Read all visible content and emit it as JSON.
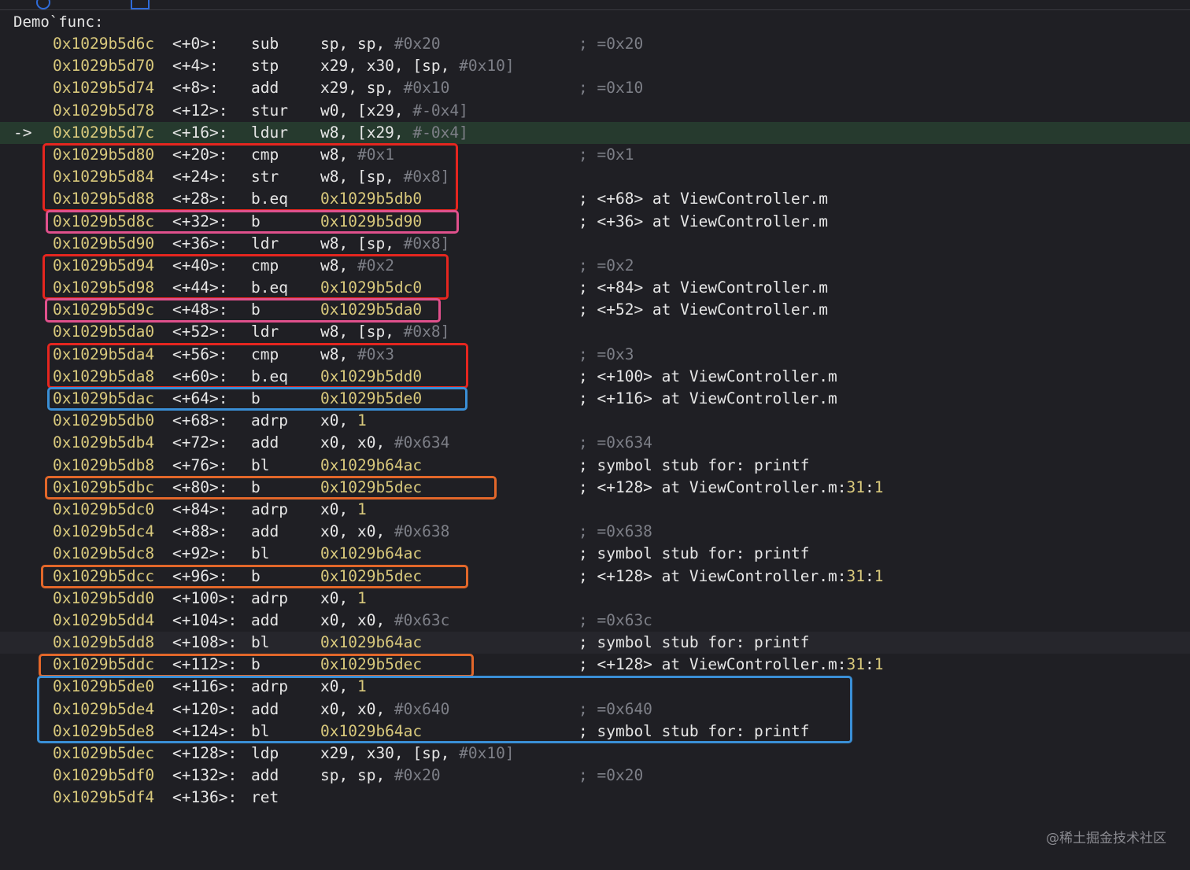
{
  "function_label": "Demo`func:",
  "current_marker": "->",
  "rows": [
    {
      "addr": "0x1029b5d6c",
      "off": "<+0>:",
      "mn": "sub",
      "ops": [
        [
          "sp, sp, ",
          ""
        ],
        [
          "#0x20",
          "imm"
        ]
      ],
      "cmt": [
        [
          "; =0x20",
          "imm"
        ]
      ]
    },
    {
      "addr": "0x1029b5d70",
      "off": "<+4>:",
      "mn": "stp",
      "ops": [
        [
          "x29, x30, [sp, ",
          ""
        ],
        [
          "#0x10",
          "imm"
        ],
        [
          "]",
          "imm"
        ]
      ],
      "cmt": []
    },
    {
      "addr": "0x1029b5d74",
      "off": "<+8>:",
      "mn": "add",
      "ops": [
        [
          "x29, sp, ",
          ""
        ],
        [
          "#0x10",
          "imm"
        ]
      ],
      "cmt": [
        [
          "; =0x10",
          "imm"
        ]
      ]
    },
    {
      "addr": "0x1029b5d78",
      "off": "<+12>:",
      "mn": "stur",
      "ops": [
        [
          "w0, [x29, ",
          ""
        ],
        [
          "#-0x4]",
          "imm"
        ]
      ],
      "cmt": []
    },
    {
      "addr": "0x1029b5d7c",
      "off": "<+16>:",
      "mn": "ldur",
      "ops": [
        [
          "w8, [x29, ",
          ""
        ],
        [
          "#-0x4]",
          "imm"
        ]
      ],
      "cmt": [],
      "current": true
    },
    {
      "addr": "0x1029b5d80",
      "off": "<+20>:",
      "mn": "cmp",
      "ops": [
        [
          "w8, ",
          ""
        ],
        [
          "#0x1",
          "imm"
        ]
      ],
      "cmt": [
        [
          "; =0x1",
          "imm"
        ]
      ]
    },
    {
      "addr": "0x1029b5d84",
      "off": "<+24>:",
      "mn": "str",
      "ops": [
        [
          "w8, [sp, ",
          ""
        ],
        [
          "#0x8]",
          "imm"
        ]
      ],
      "cmt": []
    },
    {
      "addr": "0x1029b5d88",
      "off": "<+28>:",
      "mn": "b.eq",
      "ops": [
        [
          "0x1029b5db0",
          "lbl"
        ]
      ],
      "cmt": [
        [
          "; <+68> at ViewController.m",
          ""
        ]
      ]
    },
    {
      "addr": "0x1029b5d8c",
      "off": "<+32>:",
      "mn": "b",
      "ops": [
        [
          "0x1029b5d90",
          "lbl"
        ]
      ],
      "cmt": [
        [
          "; <+36> at ViewController.m",
          ""
        ]
      ]
    },
    {
      "addr": "0x1029b5d90",
      "off": "<+36>:",
      "mn": "ldr",
      "ops": [
        [
          "w8, [sp, ",
          ""
        ],
        [
          "#0x8]",
          "imm"
        ]
      ],
      "cmt": []
    },
    {
      "addr": "0x1029b5d94",
      "off": "<+40>:",
      "mn": "cmp",
      "ops": [
        [
          "w8, ",
          ""
        ],
        [
          "#0x2",
          "imm"
        ]
      ],
      "cmt": [
        [
          "; =0x2",
          "imm"
        ]
      ]
    },
    {
      "addr": "0x1029b5d98",
      "off": "<+44>:",
      "mn": "b.eq",
      "ops": [
        [
          "0x1029b5dc0",
          "lbl"
        ]
      ],
      "cmt": [
        [
          "; <+84> at ViewController.m",
          ""
        ]
      ]
    },
    {
      "addr": "0x1029b5d9c",
      "off": "<+48>:",
      "mn": "b",
      "ops": [
        [
          "0x1029b5da0",
          "lbl"
        ]
      ],
      "cmt": [
        [
          "; <+52> at ViewController.m",
          ""
        ]
      ]
    },
    {
      "addr": "0x1029b5da0",
      "off": "<+52>:",
      "mn": "ldr",
      "ops": [
        [
          "w8, [sp, ",
          ""
        ],
        [
          "#0x8]",
          "imm"
        ]
      ],
      "cmt": []
    },
    {
      "addr": "0x1029b5da4",
      "off": "<+56>:",
      "mn": "cmp",
      "ops": [
        [
          "w8, ",
          ""
        ],
        [
          "#0x3",
          "imm"
        ]
      ],
      "cmt": [
        [
          "; =0x3",
          "imm"
        ]
      ]
    },
    {
      "addr": "0x1029b5da8",
      "off": "<+60>:",
      "mn": "b.eq",
      "ops": [
        [
          "0x1029b5dd0",
          "lbl"
        ]
      ],
      "cmt": [
        [
          "; <+100> at ViewController.m",
          ""
        ]
      ]
    },
    {
      "addr": "0x1029b5dac",
      "off": "<+64>:",
      "mn": "b",
      "ops": [
        [
          "0x1029b5de0",
          "lbl"
        ]
      ],
      "cmt": [
        [
          "; <+116> at ViewController.m",
          ""
        ]
      ]
    },
    {
      "addr": "0x1029b5db0",
      "off": "<+68>:",
      "mn": "adrp",
      "ops": [
        [
          "x0, ",
          ""
        ],
        [
          "1",
          "num"
        ]
      ],
      "cmt": []
    },
    {
      "addr": "0x1029b5db4",
      "off": "<+72>:",
      "mn": "add",
      "ops": [
        [
          "x0, x0, ",
          ""
        ],
        [
          "#0x634",
          "imm"
        ]
      ],
      "cmt": [
        [
          "; =0x634",
          "imm"
        ]
      ]
    },
    {
      "addr": "0x1029b5db8",
      "off": "<+76>:",
      "mn": "bl",
      "ops": [
        [
          "0x1029b64ac",
          "lbl"
        ]
      ],
      "cmt": [
        [
          "; symbol stub for: printf",
          ""
        ]
      ]
    },
    {
      "addr": "0x1029b5dbc",
      "off": "<+80>:",
      "mn": "b",
      "ops": [
        [
          "0x1029b5dec",
          "lbl"
        ]
      ],
      "cmt": [
        [
          "; <+128> at ViewController.m:",
          ""
        ],
        [
          "31",
          "num"
        ],
        [
          ":",
          ""
        ],
        [
          "1",
          "num"
        ]
      ]
    },
    {
      "addr": "0x1029b5dc0",
      "off": "<+84>:",
      "mn": "adrp",
      "ops": [
        [
          "x0, ",
          ""
        ],
        [
          "1",
          "num"
        ]
      ],
      "cmt": []
    },
    {
      "addr": "0x1029b5dc4",
      "off": "<+88>:",
      "mn": "add",
      "ops": [
        [
          "x0, x0, ",
          ""
        ],
        [
          "#0x638",
          "imm"
        ]
      ],
      "cmt": [
        [
          "; =0x638",
          "imm"
        ]
      ]
    },
    {
      "addr": "0x1029b5dc8",
      "off": "<+92>:",
      "mn": "bl",
      "ops": [
        [
          "0x1029b64ac",
          "lbl"
        ]
      ],
      "cmt": [
        [
          "; symbol stub for: printf",
          ""
        ]
      ]
    },
    {
      "addr": "0x1029b5dcc",
      "off": "<+96>:",
      "mn": "b",
      "ops": [
        [
          "0x1029b5dec",
          "lbl"
        ]
      ],
      "cmt": [
        [
          "; <+128> at ViewController.m:",
          ""
        ],
        [
          "31",
          "num"
        ],
        [
          ":",
          ""
        ],
        [
          "1",
          "num"
        ]
      ]
    },
    {
      "addr": "0x1029b5dd0",
      "off": "<+100>:",
      "mn": "adrp",
      "ops": [
        [
          "x0, ",
          ""
        ],
        [
          "1",
          "num"
        ]
      ],
      "cmt": []
    },
    {
      "addr": "0x1029b5dd4",
      "off": "<+104>:",
      "mn": "add",
      "ops": [
        [
          "x0, x0, ",
          ""
        ],
        [
          "#0x63c",
          "imm"
        ]
      ],
      "cmt": [
        [
          "; =0x63c",
          "imm"
        ]
      ]
    },
    {
      "addr": "0x1029b5dd8",
      "off": "<+108>:",
      "mn": "bl",
      "ops": [
        [
          "0x1029b64ac",
          "lbl"
        ]
      ],
      "cmt": [
        [
          "; symbol stub for: printf",
          ""
        ]
      ],
      "hover": true
    },
    {
      "addr": "0x1029b5ddc",
      "off": "<+112>:",
      "mn": "b",
      "ops": [
        [
          "0x1029b5dec",
          "lbl"
        ]
      ],
      "cmt": [
        [
          "; <+128> at ViewController.m:",
          ""
        ],
        [
          "31",
          "num"
        ],
        [
          ":",
          ""
        ],
        [
          "1",
          "num"
        ]
      ]
    },
    {
      "addr": "0x1029b5de0",
      "off": "<+116>:",
      "mn": "adrp",
      "ops": [
        [
          "x0, ",
          ""
        ],
        [
          "1",
          "num"
        ]
      ],
      "cmt": []
    },
    {
      "addr": "0x1029b5de4",
      "off": "<+120>:",
      "mn": "add",
      "ops": [
        [
          "x0, x0, ",
          ""
        ],
        [
          "#0x640",
          "imm"
        ]
      ],
      "cmt": [
        [
          "; =0x640",
          "imm"
        ]
      ]
    },
    {
      "addr": "0x1029b5de8",
      "off": "<+124>:",
      "mn": "bl",
      "ops": [
        [
          "0x1029b64ac",
          "lbl"
        ]
      ],
      "cmt": [
        [
          "; symbol stub for: printf",
          ""
        ]
      ]
    },
    {
      "addr": "0x1029b5dec",
      "off": "<+128>:",
      "mn": "ldp",
      "ops": [
        [
          "x29, x30, [sp, ",
          ""
        ],
        [
          "#0x10]",
          "imm"
        ]
      ],
      "cmt": []
    },
    {
      "addr": "0x1029b5df0",
      "off": "<+132>:",
      "mn": "add",
      "ops": [
        [
          "sp, sp, ",
          ""
        ],
        [
          "#0x20",
          "imm"
        ]
      ],
      "cmt": [
        [
          "; =0x20",
          "imm"
        ]
      ]
    },
    {
      "addr": "0x1029b5df4",
      "off": "<+136>:",
      "mn": "ret",
      "ops": [],
      "cmt": []
    }
  ],
  "highlights": [
    {
      "color": "red",
      "rows": [
        5,
        7
      ]
    },
    {
      "color": "pink",
      "rows": [
        8,
        8
      ]
    },
    {
      "color": "red",
      "rows": [
        10,
        11
      ]
    },
    {
      "color": "pink",
      "rows": [
        12,
        12
      ]
    },
    {
      "color": "red",
      "rows": [
        14,
        15
      ]
    },
    {
      "color": "blue",
      "rows": [
        16,
        16
      ]
    },
    {
      "color": "orange",
      "rows": [
        20,
        20
      ]
    },
    {
      "color": "orange",
      "rows": [
        24,
        24
      ]
    },
    {
      "color": "orange",
      "rows": [
        28,
        28
      ]
    },
    {
      "color": "blue",
      "rows": [
        29,
        31
      ]
    }
  ],
  "watermark": "@稀土掘金技术社区"
}
